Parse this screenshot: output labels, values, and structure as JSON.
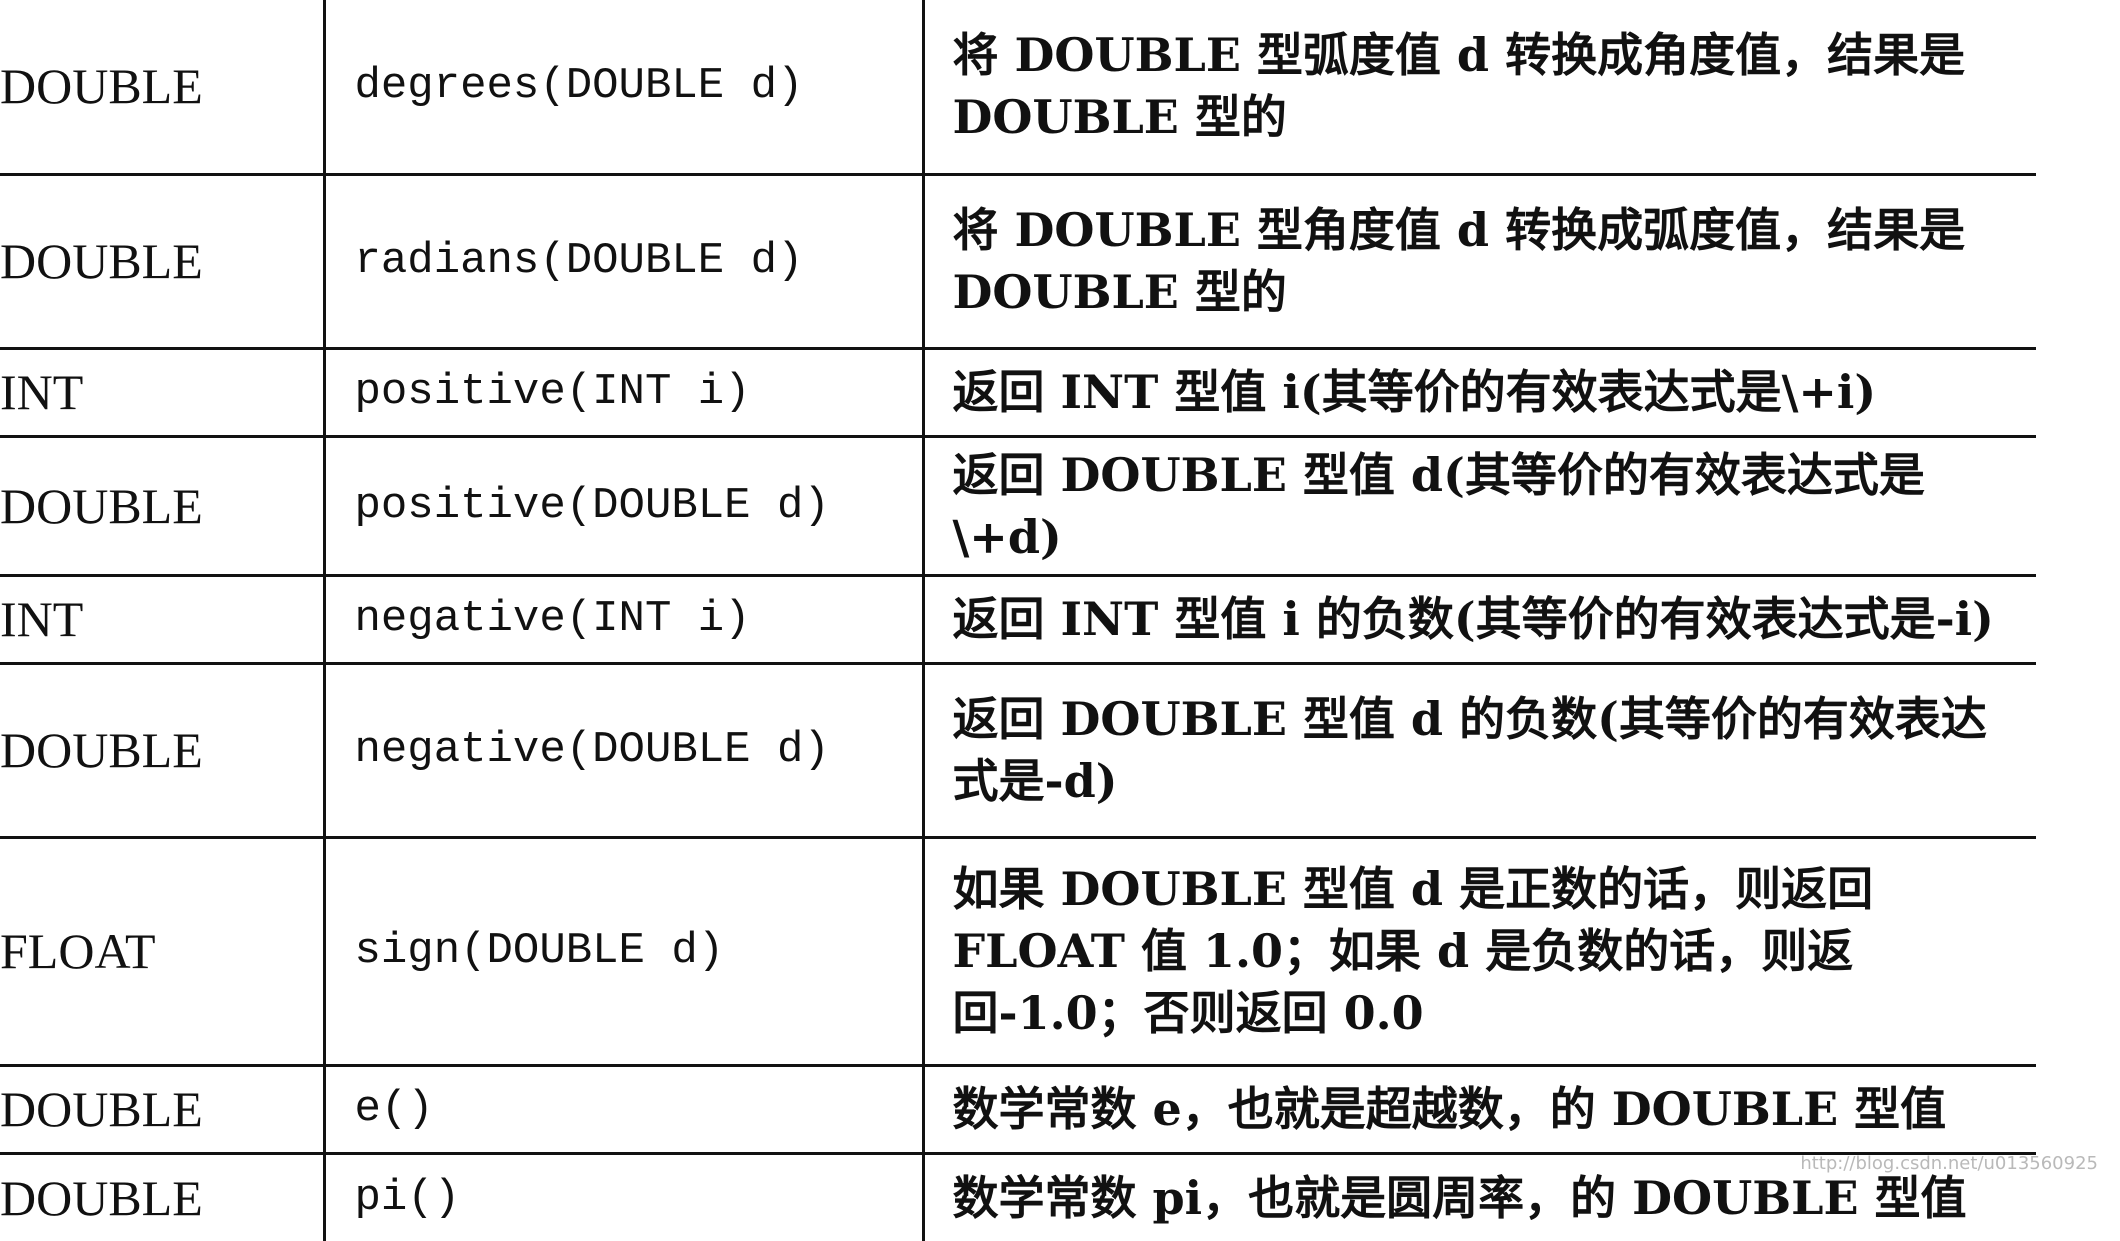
{
  "rows": [
    {
      "type": "DOUBLE",
      "signature": "degrees(DOUBLE d)",
      "description": "将 DOUBLE 型弧度值 d 转换成角度值，结果是 DOUBLE 型的"
    },
    {
      "type": "DOUBLE",
      "signature": "radians(DOUBLE d)",
      "description": "将 DOUBLE 型角度值 d 转换成弧度值，结果是 DOUBLE 型的"
    },
    {
      "type": "INT",
      "signature": "positive(INT i)",
      "description": "返回 INT 型值 i(其等价的有效表达式是\\+i)"
    },
    {
      "type": "DOUBLE",
      "signature": "positive(DOUBLE d)",
      "description": "返回 DOUBLE 型值 d(其等价的有效表达式是\\+d)"
    },
    {
      "type": "INT",
      "signature": "negative(INT i)",
      "description": "返回 INT 型值 i 的负数(其等价的有效表达式是-i)"
    },
    {
      "type": "DOUBLE",
      "signature": "negative(DOUBLE d)",
      "description": "返回 DOUBLE 型值 d 的负数(其等价的有效表达式是-d)"
    },
    {
      "type": "FLOAT",
      "signature": "sign(DOUBLE d)",
      "description": "如果 DOUBLE 型值 d 是正数的话，则返回 FLOAT 值 1.0；如果 d 是负数的话，则返回-1.0；否则返回 0.0"
    },
    {
      "type": "DOUBLE",
      "signature": "e()",
      "description": "数学常数 e，也就是超越数，的 DOUBLE 型值"
    },
    {
      "type": "DOUBLE",
      "signature": "pi()",
      "description": "数学常数 pi，也就是圆周率，的 DOUBLE 型值"
    }
  ],
  "watermark": "http://blog.csdn.net/u013560925"
}
